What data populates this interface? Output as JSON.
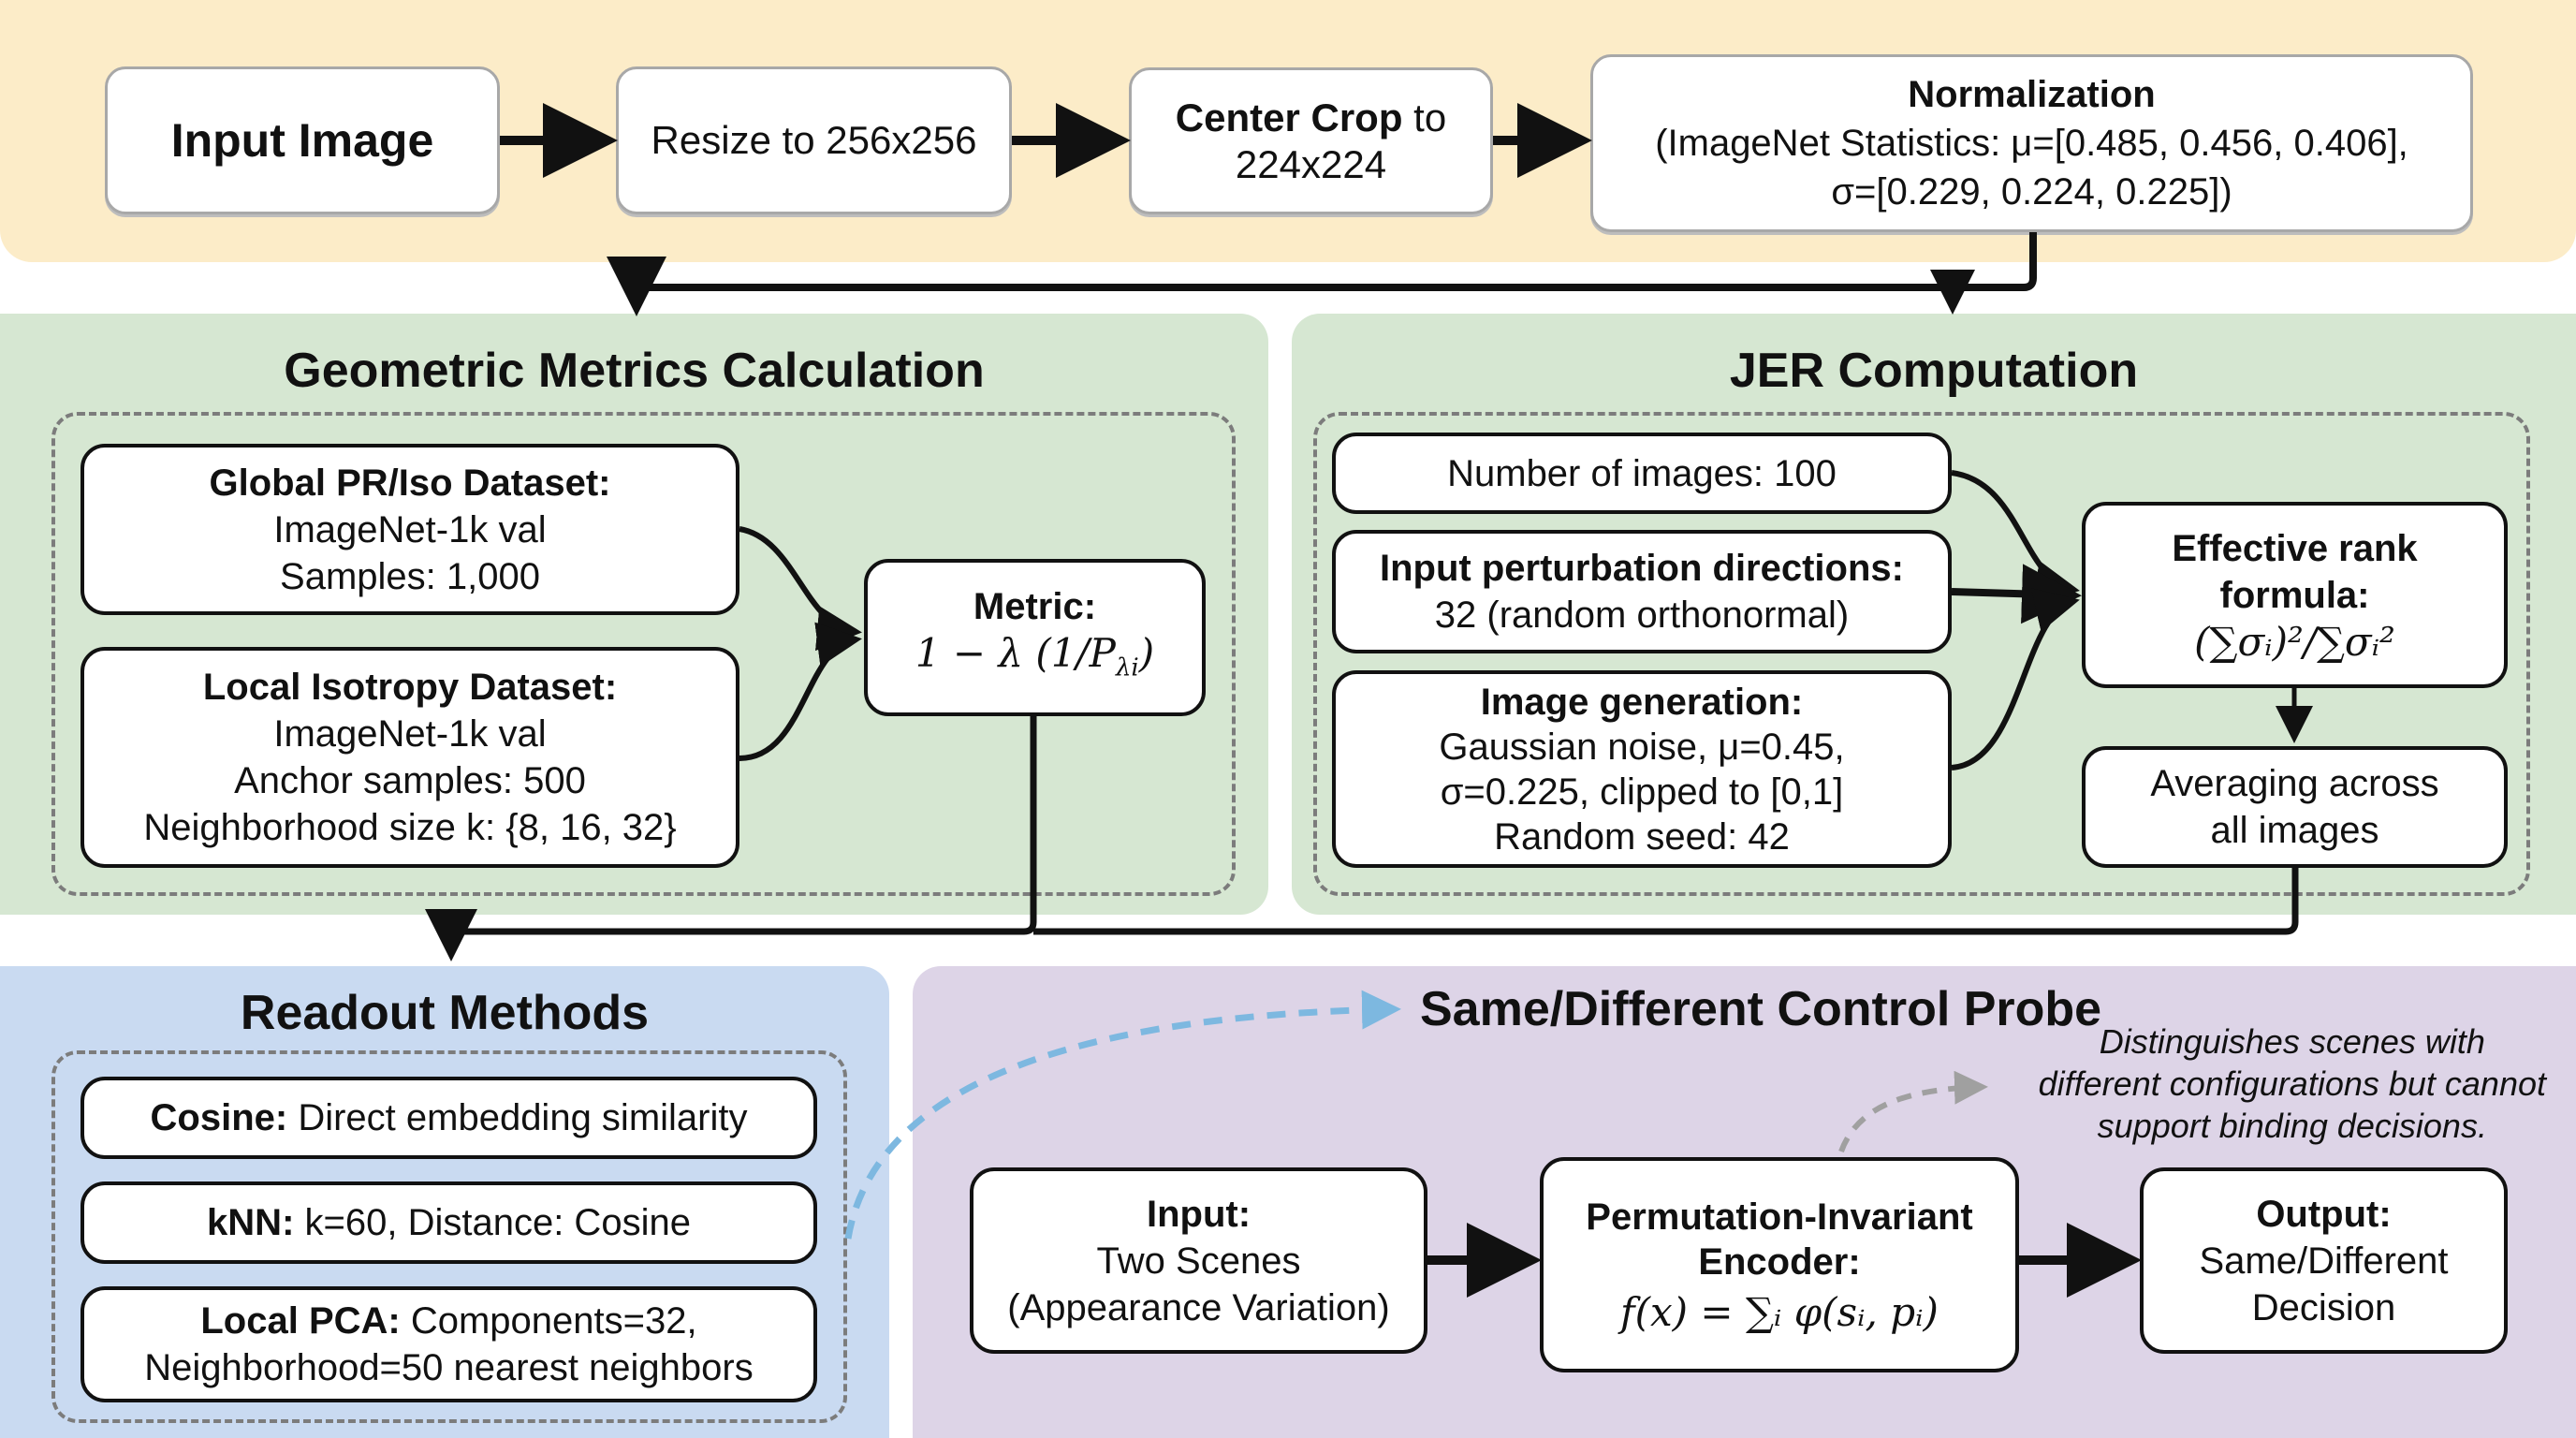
{
  "preprocessing": {
    "input_image": "Input Image",
    "resize": "Resize to 256x256",
    "center_crop_bold": "Center Crop",
    "center_crop_rest": " to",
    "center_crop_size": "224x224",
    "normalization_title": "Normalization",
    "normalization_line1": "(ImageNet Statistics: μ=[0.485, 0.456, 0.406],",
    "normalization_line2": "σ=[0.229, 0.224, 0.225])"
  },
  "geometric": {
    "title": "Geometric Metrics Calculation",
    "global": {
      "heading": "Global PR/Iso Dataset:",
      "lines": [
        "ImageNet-1k val",
        "Samples: 1,000"
      ]
    },
    "local": {
      "heading": "Local Isotropy Dataset:",
      "lines": [
        "ImageNet-1k val",
        "Anchor samples: 500",
        "Neighborhood size k: {8, 16, 32}"
      ]
    },
    "metric": {
      "heading": "Metric:",
      "formula_prefix": "1 − λ (1/P",
      "formula_sub": "λi",
      "formula_suffix": ")"
    }
  },
  "jer": {
    "title": "JER Computation",
    "num_images": "Number of images: 100",
    "perturbation": {
      "heading": "Input perturbation directions:",
      "value": "32 (random orthonormal)"
    },
    "generation": {
      "heading": "Image generation:",
      "lines": [
        "Gaussian noise, μ=0.45,",
        "σ=0.225, clipped to [0,1]",
        "Random seed: 42"
      ]
    },
    "effective_rank": {
      "heading_line1": "Effective rank",
      "heading_line2": "formula:",
      "formula": "(∑σᵢ)²/∑σᵢ²"
    },
    "averaging": [
      "Averaging across",
      "all images"
    ]
  },
  "readout": {
    "title": "Readout Methods",
    "methods": [
      {
        "label": "Cosine:",
        "text": " Direct embedding similarity"
      },
      {
        "label": "kNN:",
        "text": " k=60, Distance: Cosine"
      },
      {
        "label": "Local PCA:",
        "text": " Components=32,",
        "text2": "Neighborhood=50 nearest neighbors"
      }
    ]
  },
  "probe": {
    "title": "Same/Different Control Probe",
    "note": [
      "Distinguishes scenes with",
      "different configurations but cannot",
      "support binding decisions."
    ],
    "input": {
      "heading": "Input:",
      "lines": [
        "Two Scenes",
        "(Appearance Variation)"
      ]
    },
    "encoder": {
      "heading_line1": "Permutation-Invariant",
      "heading_line2": "Encoder:",
      "formula": "f(x) = ∑ᵢ φ(sᵢ, pᵢ)"
    },
    "output": {
      "heading": "Output:",
      "lines": [
        "Same/Different",
        "Decision"
      ]
    }
  },
  "colors": {
    "preprocessing_bg": "#fcecc8",
    "geometric_bg": "#d6e7d2",
    "jer_bg": "#d6e7d2",
    "readout_bg": "#c9daf1",
    "probe_bg": "#ddd4e7",
    "blue_link": "#7db8e0",
    "grey_link": "#a0a0a0"
  }
}
